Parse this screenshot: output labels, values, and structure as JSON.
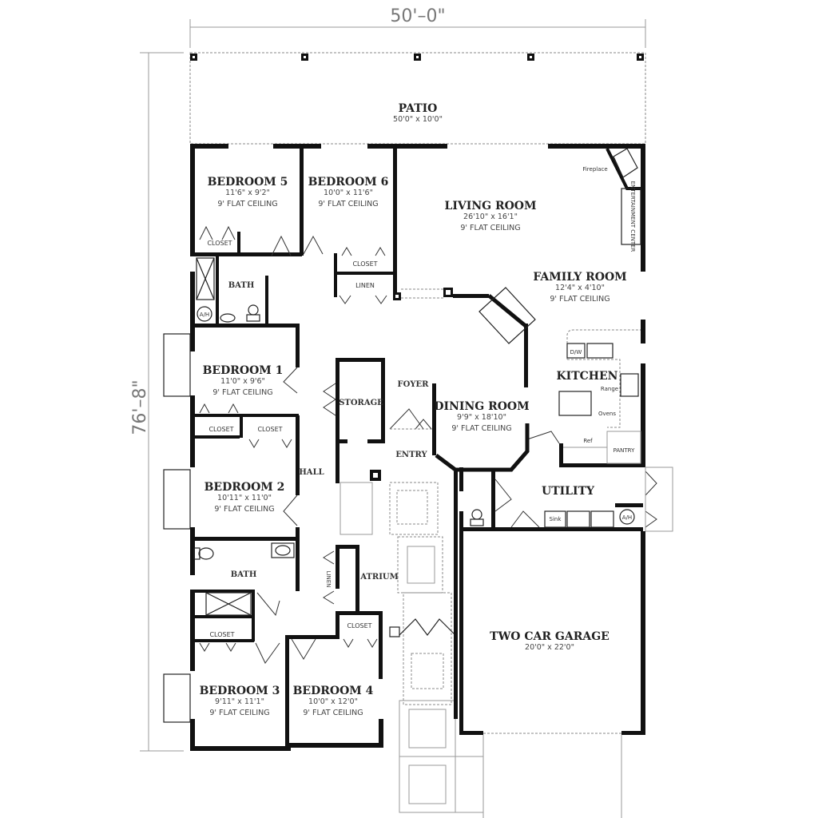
{
  "dimensions": {
    "width_label": "50'–0\"",
    "depth_label": "76'–8\""
  },
  "rooms": {
    "patio": {
      "name": "PATIO",
      "size": "50'0\" x 10'0\""
    },
    "bedroom5": {
      "name": "BEDROOM 5",
      "size": "11'6\" x 9'2\"",
      "ceiling": "9' FLAT CEILING"
    },
    "bedroom6": {
      "name": "BEDROOM 6",
      "size": "10'0\" x 11'6\"",
      "ceiling": "9' FLAT CEILING"
    },
    "living": {
      "name": "LIVING ROOM",
      "size": "26'10\" x 16'1\"",
      "ceiling": "9' FLAT CEILING"
    },
    "family": {
      "name": "FAMILY ROOM",
      "size": "12'4\" x 4'10\"",
      "ceiling": "9' FLAT CEILING"
    },
    "bedroom1": {
      "name": "BEDROOM 1",
      "size": "11'0\" x 9'6\"",
      "ceiling": "9' FLAT CEILING"
    },
    "bedroom2": {
      "name": "BEDROOM 2",
      "size": "10'11\" x 11'0\"",
      "ceiling": "9' FLAT CEILING"
    },
    "bedroom3": {
      "name": "BEDROOM 3",
      "size": "9'11\" x 11'1\"",
      "ceiling": "9' FLAT CEILING"
    },
    "bedroom4": {
      "name": "BEDROOM 4",
      "size": "10'0\" x 12'0\"",
      "ceiling": "9' FLAT CEILING"
    },
    "dining": {
      "name": "DINING ROOM",
      "size": "9'9\" x 18'10\"",
      "ceiling": "9' FLAT CEILING"
    },
    "kitchen": {
      "name": "KITCHEN"
    },
    "utility": {
      "name": "UTILITY"
    },
    "garage": {
      "name": "TWO CAR GARAGE",
      "size": "20'0\" x 22'0\""
    },
    "storage": {
      "name": "STORAGE"
    },
    "foyer": {
      "name": "FOYER"
    },
    "entry": {
      "name": "ENTRY"
    },
    "hall": {
      "name": "HALL"
    },
    "atrium": {
      "name": "ATRIUM"
    },
    "bath_upper": {
      "name": "BATH"
    },
    "bath_lower": {
      "name": "BATH"
    }
  },
  "labels": {
    "closet": "CLOSET",
    "linen": "LINEN",
    "fireplace": "Fireplace",
    "entertainment_center": "ENTERTAINMENT CENTER",
    "dw": "D/W",
    "range": "Range",
    "ovens": "Ovens",
    "ref": "Ref",
    "pantry": "PANTRY",
    "sink": "Sink",
    "ah": "A/H"
  }
}
